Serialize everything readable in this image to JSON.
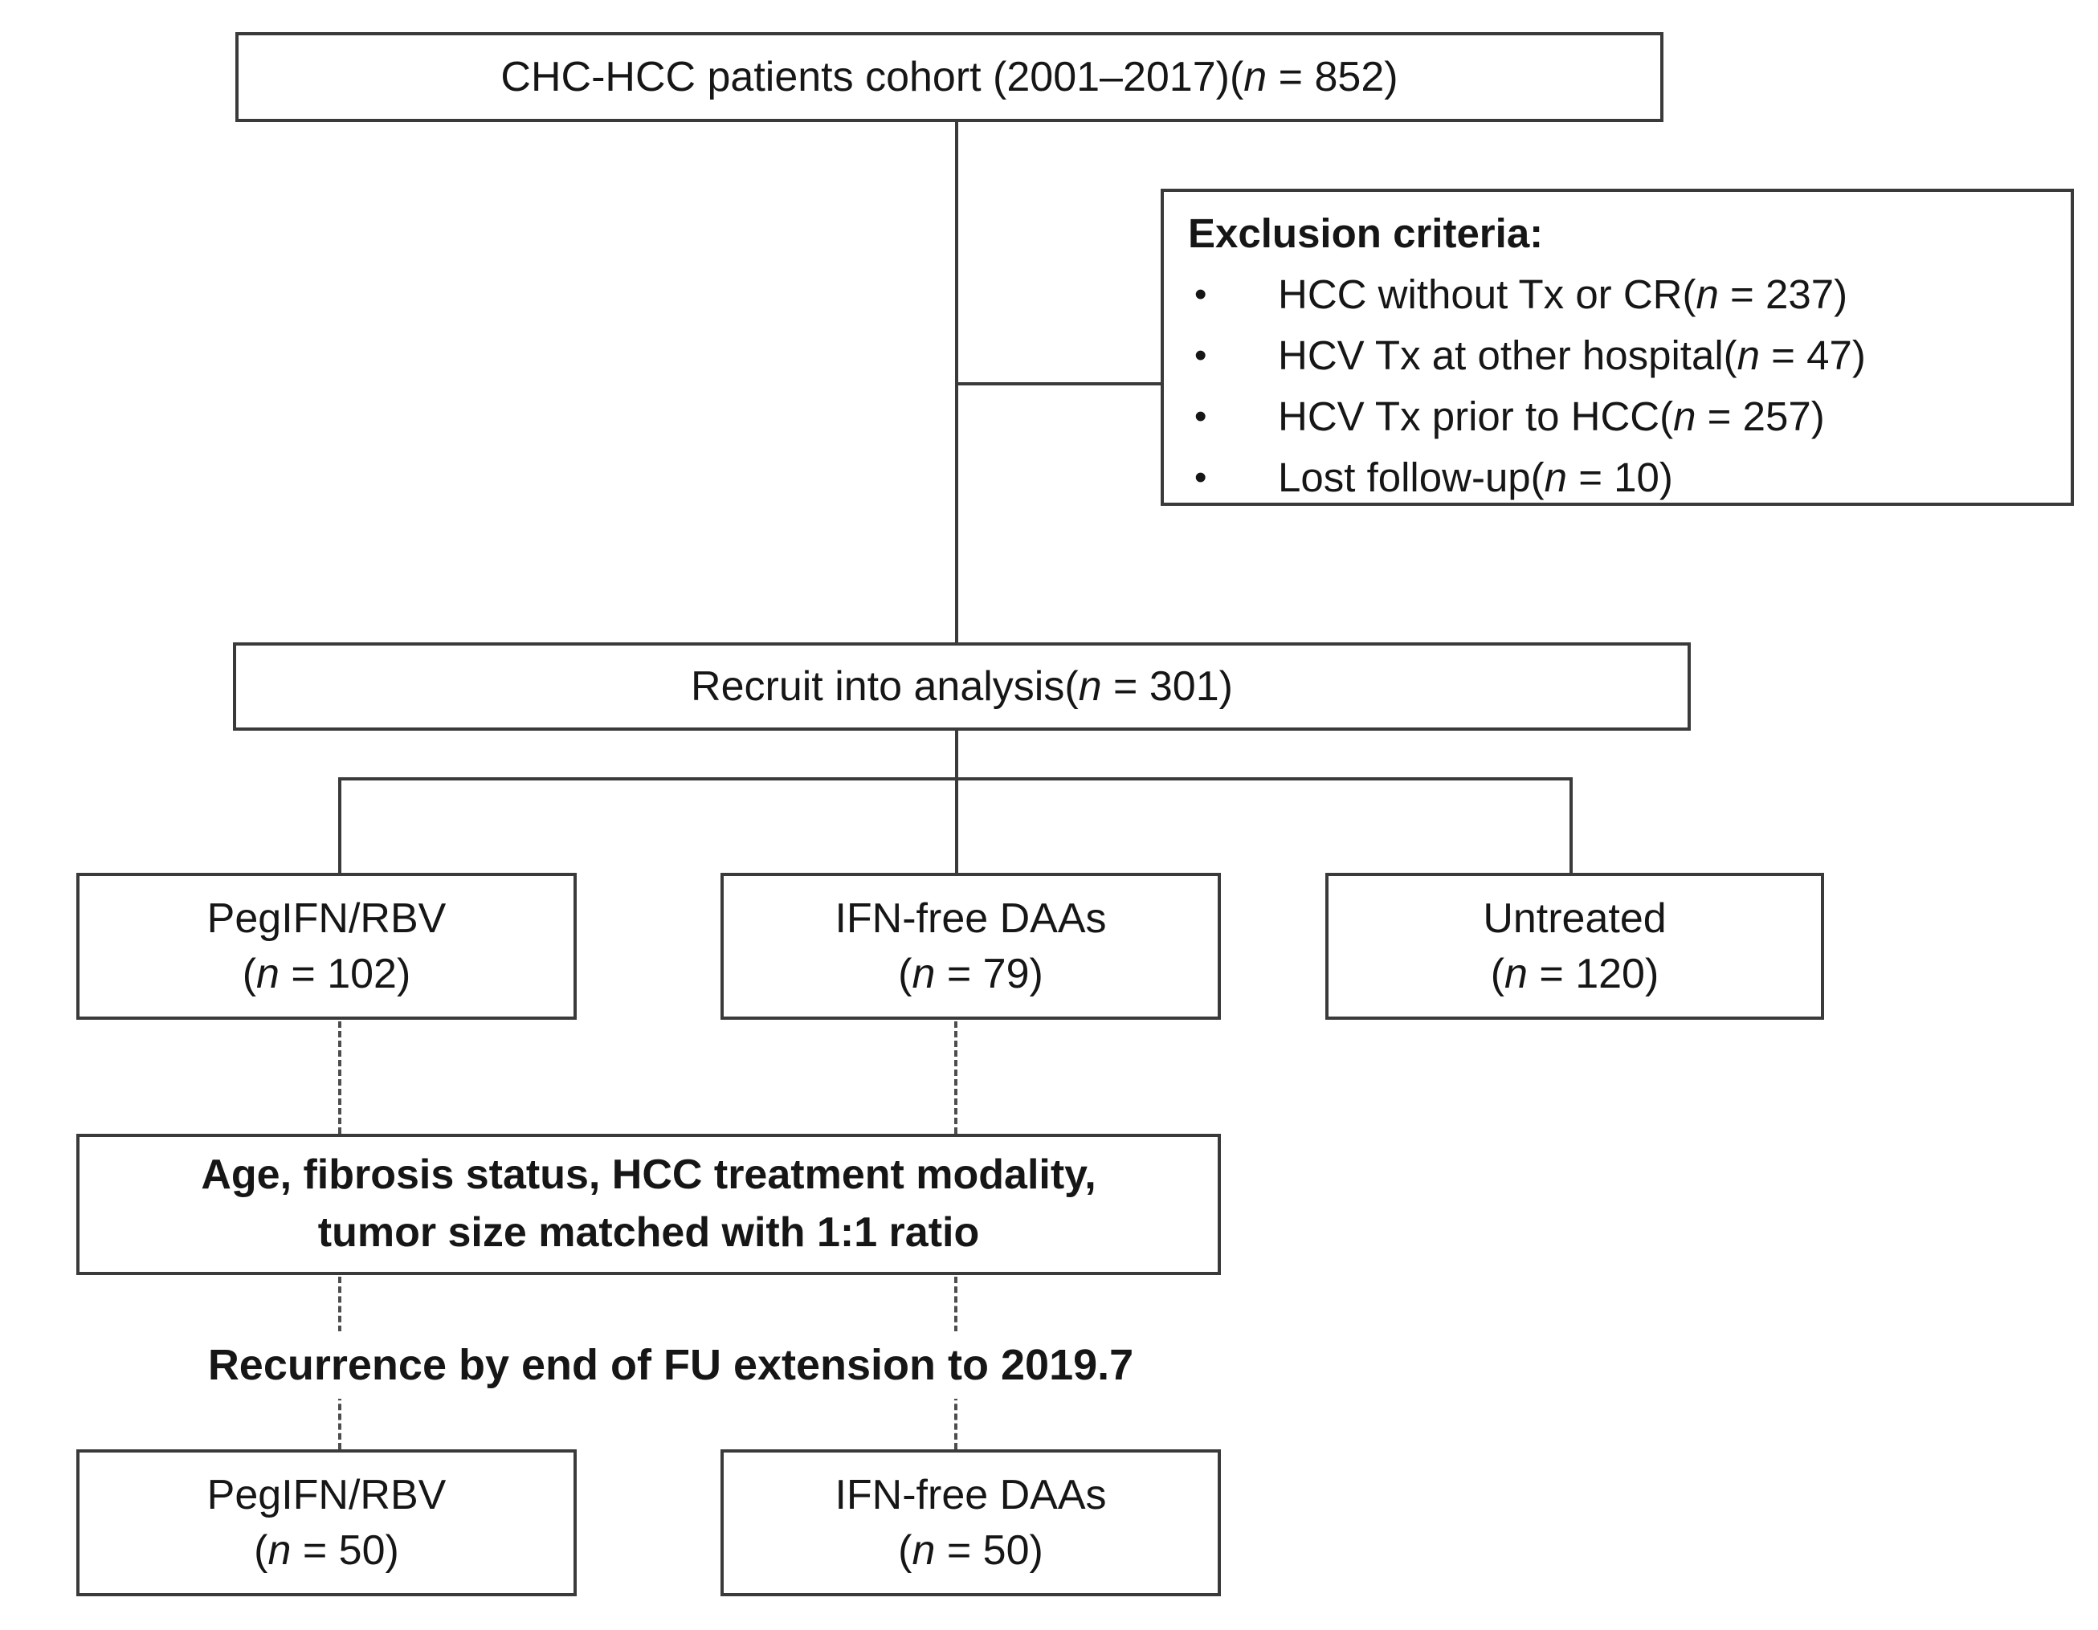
{
  "diagram": {
    "cohort": {
      "label": "CHC-HCC patients cohort (2001–2017) ",
      "n_text": "(n = 852)"
    },
    "exclusion": {
      "title": "Exclusion criteria:",
      "bullet": "•",
      "items": [
        {
          "text": "HCC without Tx or CR ",
          "n_text": "(n = 237)"
        },
        {
          "text": "HCV Tx at other hospital ",
          "n_text": "(n = 47)"
        },
        {
          "text": "HCV Tx prior to HCC ",
          "n_text": "(n = 257)"
        },
        {
          "text": "Lost follow-up ",
          "n_text": "(n = 10)"
        }
      ]
    },
    "recruit": {
      "label": "Recruit into analysis ",
      "n_text": "(n = 301)"
    },
    "arms": {
      "pegifn": {
        "label": "PegIFN/RBV",
        "n_text": "(n = 102)"
      },
      "daa": {
        "label": "IFN-free DAAs",
        "n_text": "(n = 79)"
      },
      "untreated": {
        "label": "Untreated",
        "n_text": "(n = 120)"
      }
    },
    "matching": {
      "line1": "Age, fibrosis status, HCC treatment modality,",
      "line2": "tumor size matched with 1:1 ratio"
    },
    "recurrence_note": "Recurrence by end of FU extension to 2019.7",
    "matched": {
      "pegifn": {
        "label": "PegIFN/RBV",
        "n_text": "(n = 50)"
      },
      "daa": {
        "label": "IFN-free DAAs",
        "n_text": "(n = 50)"
      }
    }
  },
  "colors": {
    "border": "#3a3a3a",
    "dashed_line": "#4d4d4d",
    "text": "#161616",
    "background": "#ffffff"
  }
}
